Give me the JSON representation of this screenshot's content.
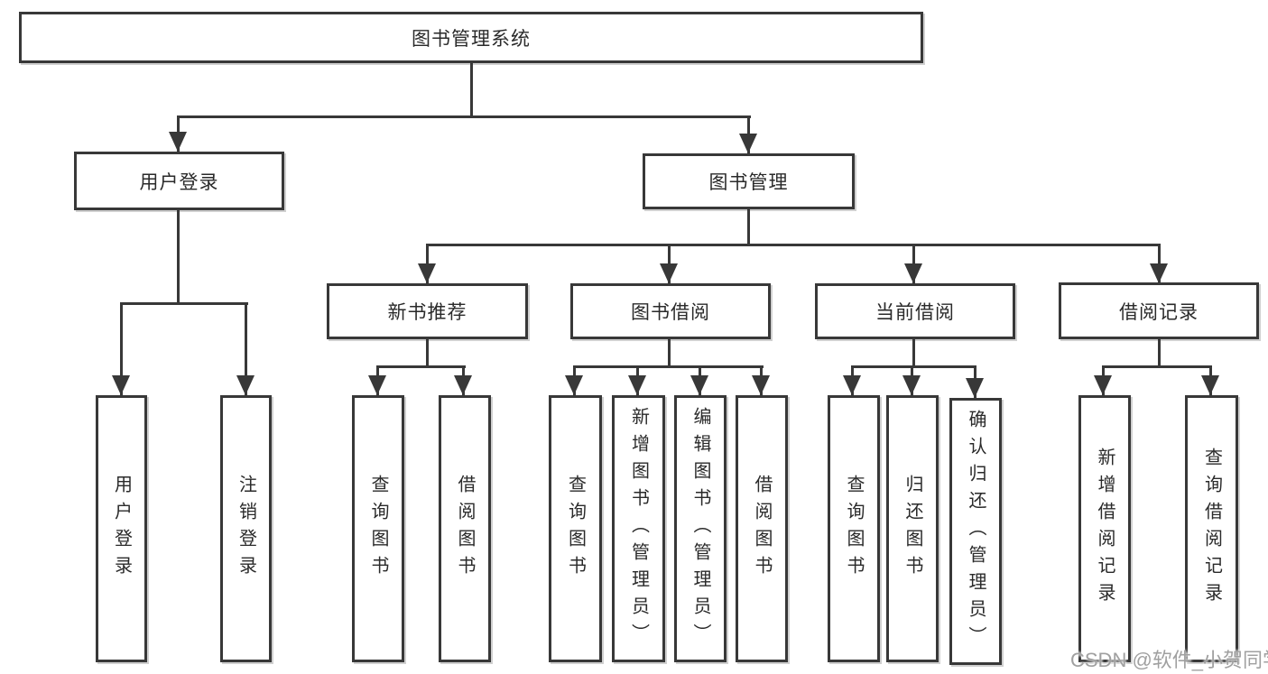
{
  "diagram_title": "图书管理系统",
  "tree": {
    "label": "图书管理系统",
    "children": [
      {
        "label": "用户登录",
        "children": [
          {
            "label": "用户登录"
          },
          {
            "label": "注销登录"
          }
        ]
      },
      {
        "label": "图书管理",
        "children": [
          {
            "label": "新书推荐",
            "children": [
              {
                "label": "查询图书"
              },
              {
                "label": "借阅图书"
              }
            ]
          },
          {
            "label": "图书借阅",
            "children": [
              {
                "label": "查询图书"
              },
              {
                "label": "新增图书（管理员）"
              },
              {
                "label": "编辑图书（管理员）"
              },
              {
                "label": "借阅图书"
              }
            ]
          },
          {
            "label": "当前借阅",
            "children": [
              {
                "label": "查询图书"
              },
              {
                "label": "归还图书"
              },
              {
                "label": "确认归还（管理员）"
              }
            ]
          },
          {
            "label": "借阅记录",
            "children": [
              {
                "label": "新增借阅记录"
              },
              {
                "label": "查询借阅记录"
              }
            ]
          }
        ]
      }
    ]
  },
  "watermark": {
    "text": "CSDN @软件_小贺同学",
    "color": "#a0a0a0"
  },
  "colors": {
    "line": "#383838",
    "box_border": "#383838",
    "box_background": "#ffffff",
    "text": "#2a2a2a",
    "page_background": "#ffffff"
  }
}
